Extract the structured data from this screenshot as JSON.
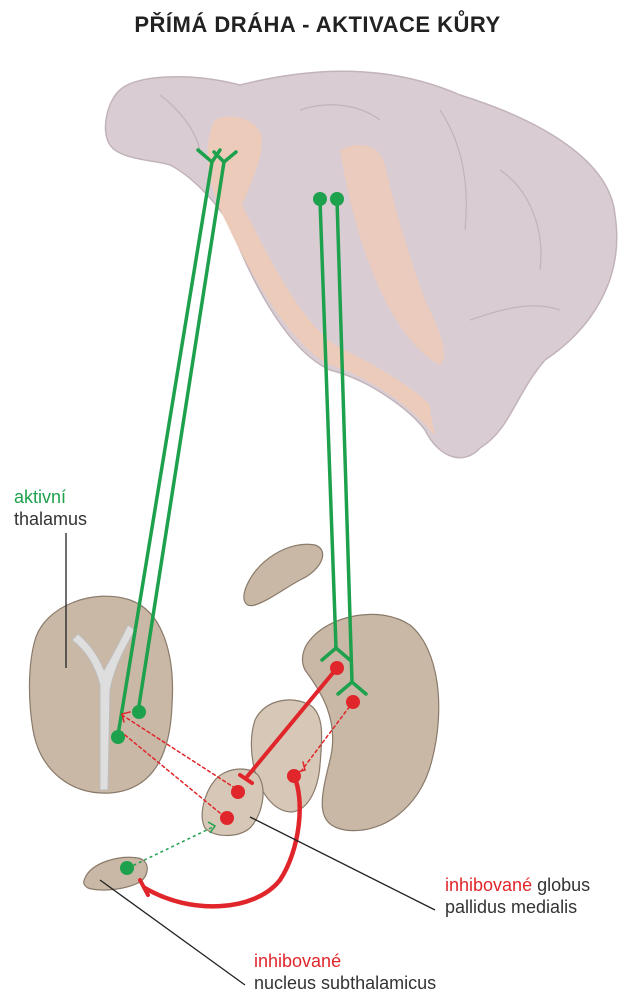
{
  "title": "PŘÍMÁ DRÁHA - AKTIVACE KŮRY",
  "labels": {
    "thalamus_state": "aktivní",
    "thalamus_name": "thalamus",
    "gpm_state": "inhibované",
    "gpm_name_1": "globus",
    "gpm_name_2": "pallidus medialis",
    "stn_state": "inhibované",
    "stn_name": "nucleus subthalamicus"
  },
  "colors": {
    "active_pathway": "#1ea14c",
    "inhibited_pathway": "#e0262b",
    "brain_cortex": "#d9cdd3",
    "brain_white_matter": "#eecbb8",
    "nuclei": "#c9b8a6"
  }
}
